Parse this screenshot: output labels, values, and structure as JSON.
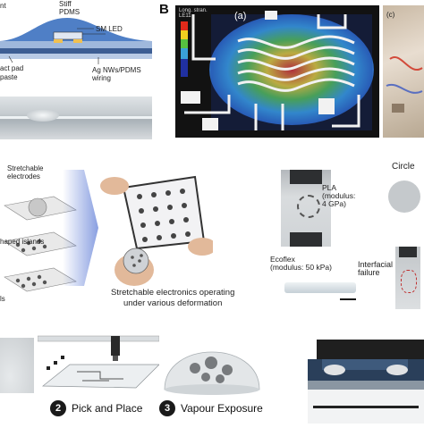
{
  "panel_a": {
    "labels": {
      "stiff_pdms": "Stiff\nPDMS",
      "sm_led": "SM LED",
      "contact_pad": "act pad",
      "paste": "paste",
      "ag_wiring": "Ag NWs/PDMS\nwiring",
      "nt": "nt"
    }
  },
  "panel_b": {
    "letter": "B",
    "sub_a": "(a)",
    "sub_c": "(c)",
    "legend_title": "Long. stran.\nLE11"
  },
  "panel_c": {
    "labels": {
      "stretchable_electrodes": "Stretchable\nelectrodes",
      "shaped_islands": "haped islands",
      "ls": "ls",
      "caption": "Stretchable electronics operating\nunder various deformation"
    }
  },
  "panel_d": {
    "labels": {
      "pla": "PLA\n(modulus:\n4 GPa)",
      "ecoflex": "Ecoflex\n(modulus: 50 kPa)",
      "circle": "Circle",
      "interfacial": "Interfacial\nfailure"
    }
  },
  "steps": [
    {
      "num": "2",
      "text": "Pick and Place"
    },
    {
      "num": "3",
      "text": "Vapour Exposure"
    }
  ]
}
